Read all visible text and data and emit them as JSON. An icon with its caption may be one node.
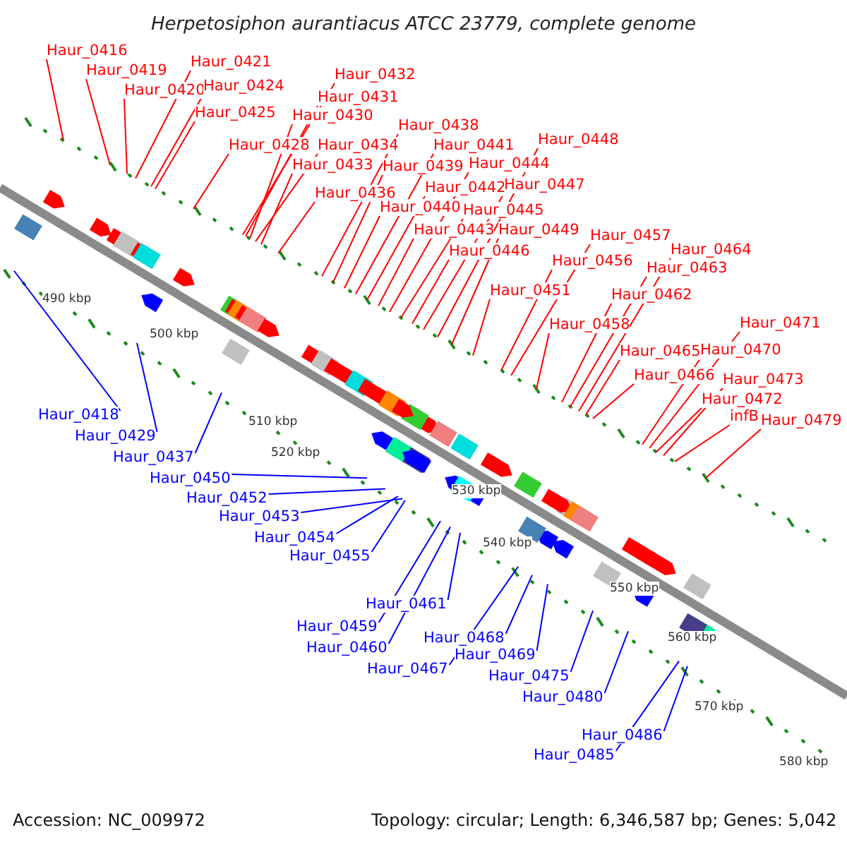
{
  "diagram": {
    "title": "Herpetosiphon aurantiacus ATCC 23779, complete genome",
    "nodes": [
      {
        "text": [
          "Haur_0416"
        ]
      },
      {
        "text": [
          "Haur_0419"
        ]
      },
      {
        "text": [
          "Haur_0420"
        ]
      },
      {
        "text": [
          "Haur_0421"
        ]
      },
      {
        "text": [
          "Haur_0424"
        ]
      },
      {
        "text": [
          "Haur_0425"
        ]
      },
      {
        "text": [
          "Haur_0428"
        ]
      },
      {
        "text": [
          "Haur_0432"
        ]
      },
      {
        "text": [
          "Haur_0431"
        ]
      },
      {
        "text": [
          "Haur_0430"
        ]
      },
      {
        "text": [
          "Haur_0434"
        ]
      },
      {
        "text": [
          "Haur_0433"
        ]
      },
      {
        "text": [
          "Haur_0436"
        ]
      },
      {
        "text": [
          "Haur_0438"
        ]
      },
      {
        "text": [
          "Haur_0441"
        ]
      },
      {
        "text": [
          "Haur_0439"
        ]
      },
      {
        "text": [
          "Haur_0444"
        ]
      },
      {
        "text": [
          "Haur_0442"
        ]
      },
      {
        "text": [
          "Haur_0448"
        ]
      },
      {
        "text": [
          "Haur_0447"
        ]
      },
      {
        "text": [
          "Haur_0440"
        ]
      },
      {
        "text": [
          "Haur_0445"
        ]
      },
      {
        "text": [
          "Haur_0443"
        ]
      },
      {
        "text": [
          "Haur_0449"
        ]
      },
      {
        "text": [
          "Haur_0446"
        ]
      },
      {
        "text": [
          "Haur_0457"
        ]
      },
      {
        "text": [
          "Haur_0456"
        ]
      },
      {
        "text": [
          "Haur_0464"
        ]
      },
      {
        "text": [
          "Haur_0463"
        ]
      },
      {
        "text": [
          "Haur_0451"
        ]
      },
      {
        "text": [
          "Haur_0462"
        ]
      },
      {
        "text": [
          "Haur_0458"
        ]
      },
      {
        "text": [
          "Haur_0471"
        ]
      },
      {
        "text": [
          "Haur_0465"
        ]
      },
      {
        "text": [
          "Haur_0470"
        ]
      },
      {
        "text": [
          "Haur_0466"
        ]
      },
      {
        "text": [
          "Haur_0473"
        ]
      },
      {
        "text": [
          "Haur_0472"
        ]
      },
      {
        "text": [
          "infB"
        ]
      },
      {
        "text": [
          "Haur_0479"
        ]
      },
      {
        "text": [
          "Haur_0418"
        ]
      },
      {
        "text": [
          "Haur_0429"
        ]
      },
      {
        "text": [
          "Haur_0437"
        ]
      },
      {
        "text": [
          "Haur_0450"
        ]
      },
      {
        "text": [
          "Haur_0452"
        ]
      },
      {
        "text": [
          "Haur_0453"
        ]
      },
      {
        "text": [
          "Haur_0454"
        ]
      },
      {
        "text": [
          "Haur_0455"
        ]
      },
      {
        "text": [
          "Haur_0461"
        ]
      },
      {
        "text": [
          "Haur_0459"
        ]
      },
      {
        "text": [
          "Haur_0460"
        ]
      },
      {
        "text": [
          "Haur_0468"
        ]
      },
      {
        "text": [
          "Haur_0467"
        ]
      },
      {
        "text": [
          "Haur_0469"
        ]
      },
      {
        "text": [
          "Haur_0475"
        ]
      },
      {
        "text": [
          "Haur_0480"
        ]
      },
      {
        "text": [
          "Haur_0486"
        ]
      },
      {
        "text": [
          "Haur_0485"
        ]
      }
    ],
    "edges": [
      {
        "from": 0,
        "to": null,
        "arrow": "none"
      },
      {
        "from": 1,
        "to": null,
        "arrow": "none"
      },
      {
        "from": 2,
        "to": null,
        "arrow": "none"
      },
      {
        "from": 3,
        "to": null,
        "arrow": "none"
      },
      {
        "from": 4,
        "to": null,
        "arrow": "none"
      },
      {
        "from": 5,
        "to": null,
        "arrow": "none"
      },
      {
        "from": 6,
        "to": null,
        "arrow": "none"
      },
      {
        "from": 7,
        "to": null,
        "arrow": "none"
      },
      {
        "from": 8,
        "to": null,
        "arrow": "none"
      },
      {
        "from": 9,
        "to": null,
        "arrow": "none"
      },
      {
        "from": 10,
        "to": null,
        "arrow": "none"
      },
      {
        "from": 11,
        "to": null,
        "arrow": "none"
      },
      {
        "from": 12,
        "to": null,
        "arrow": "none"
      },
      {
        "from": 13,
        "to": null,
        "arrow": "none"
      },
      {
        "from": 14,
        "to": null,
        "arrow": "none"
      },
      {
        "from": 15,
        "to": null,
        "arrow": "none"
      },
      {
        "from": 16,
        "to": null,
        "arrow": "none"
      },
      {
        "from": 17,
        "to": null,
        "arrow": "none"
      },
      {
        "from": 18,
        "to": null,
        "arrow": "none"
      },
      {
        "from": 19,
        "to": null,
        "arrow": "none"
      },
      {
        "from": 20,
        "to": null,
        "arrow": "none"
      },
      {
        "from": 21,
        "to": null,
        "arrow": "none"
      },
      {
        "from": 22,
        "to": null,
        "arrow": "none"
      },
      {
        "from": 23,
        "to": null,
        "arrow": "none"
      },
      {
        "from": 24,
        "to": null,
        "arrow": "none"
      },
      {
        "from": 25,
        "to": null,
        "arrow": "none"
      },
      {
        "from": 26,
        "to": null,
        "arrow": "none"
      },
      {
        "from": 27,
        "to": null,
        "arrow": "none"
      },
      {
        "from": 28,
        "to": null,
        "arrow": "none"
      },
      {
        "from": 29,
        "to": null,
        "arrow": "none"
      },
      {
        "from": 30,
        "to": null,
        "arrow": "none"
      },
      {
        "from": 31,
        "to": null,
        "arrow": "none"
      },
      {
        "from": 32,
        "to": null,
        "arrow": "none"
      },
      {
        "from": 33,
        "to": null,
        "arrow": "none"
      },
      {
        "from": 34,
        "to": null,
        "arrow": "none"
      },
      {
        "from": 35,
        "to": null,
        "arrow": "none"
      },
      {
        "from": 36,
        "to": null,
        "arrow": "none"
      },
      {
        "from": 37,
        "to": null,
        "arrow": "none"
      },
      {
        "from": 38,
        "to": null,
        "arrow": "none"
      },
      {
        "from": 39,
        "to": null,
        "arrow": "none"
      },
      {
        "from": 40,
        "to": null,
        "arrow": "none",
        "color": "#0000ff"
      },
      {
        "from": 41,
        "to": null,
        "arrow": "none",
        "color": "#0000ff"
      },
      {
        "from": 42,
        "to": null,
        "arrow": "none",
        "color": "#0000ff"
      },
      {
        "from": 43,
        "to": null,
        "arrow": "none",
        "color": "#0000ff"
      },
      {
        "from": 44,
        "to": null,
        "arrow": "none",
        "color": "#0000ff"
      },
      {
        "from": 45,
        "to": null,
        "arrow": "none",
        "color": "#0000ff"
      },
      {
        "from": 46,
        "to": null,
        "arrow": "none",
        "color": "#0000ff"
      },
      {
        "from": 47,
        "to": null,
        "arrow": "none",
        "color": "#0000ff"
      },
      {
        "from": 48,
        "to": null,
        "arrow": "none",
        "color": "#0000ff"
      },
      {
        "from": 49,
        "to": null,
        "arrow": "none",
        "color": "#0000ff"
      },
      {
        "from": 50,
        "to": null,
        "arrow": "none",
        "color": "#0000ff"
      },
      {
        "from": 51,
        "to": null,
        "arrow": "none",
        "color": "#0000ff"
      },
      {
        "from": 52,
        "to": null,
        "arrow": "none",
        "color": "#0000ff"
      },
      {
        "from": 53,
        "to": null,
        "arrow": "none",
        "color": "#0000ff"
      },
      {
        "from": 54,
        "to": null,
        "arrow": "none",
        "color": "#0000ff"
      },
      {
        "from": 55,
        "to": null,
        "arrow": "none",
        "color": "#0000ff"
      },
      {
        "from": 56,
        "to": null,
        "arrow": "none",
        "color": "#0000ff"
      },
      {
        "from": 57,
        "to": null,
        "arrow": "none",
        "color": "#0000ff"
      }
    ],
    "labels": [
      "490 kbp",
      "500 kbp",
      "510 kbp",
      "520 kbp",
      "530 kbp",
      "540 kbp",
      "550 kbp",
      "560 kbp",
      "570 kbp",
      "580 kbp",
      "Accession: NC_009972",
      "Topology: circular; Length: 6,346,587 bp; Genes: 5,042"
    ]
  }
}
